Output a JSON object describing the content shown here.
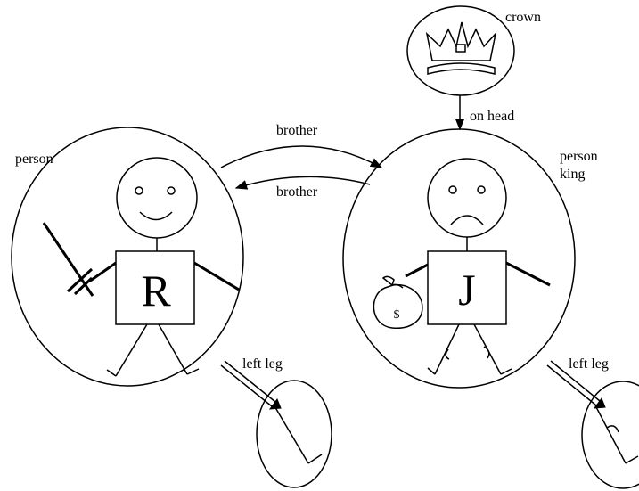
{
  "labels": {
    "crown": "crown",
    "on_head": "on head",
    "brother_top": "brother",
    "brother_bottom": "brother",
    "person_left": "person",
    "person_right": "person",
    "king": "king",
    "left_leg_left": "left leg",
    "left_leg_right": "left leg"
  },
  "figures": {
    "richard_letter": "R",
    "john_letter": "J",
    "money_symbol": "$"
  }
}
